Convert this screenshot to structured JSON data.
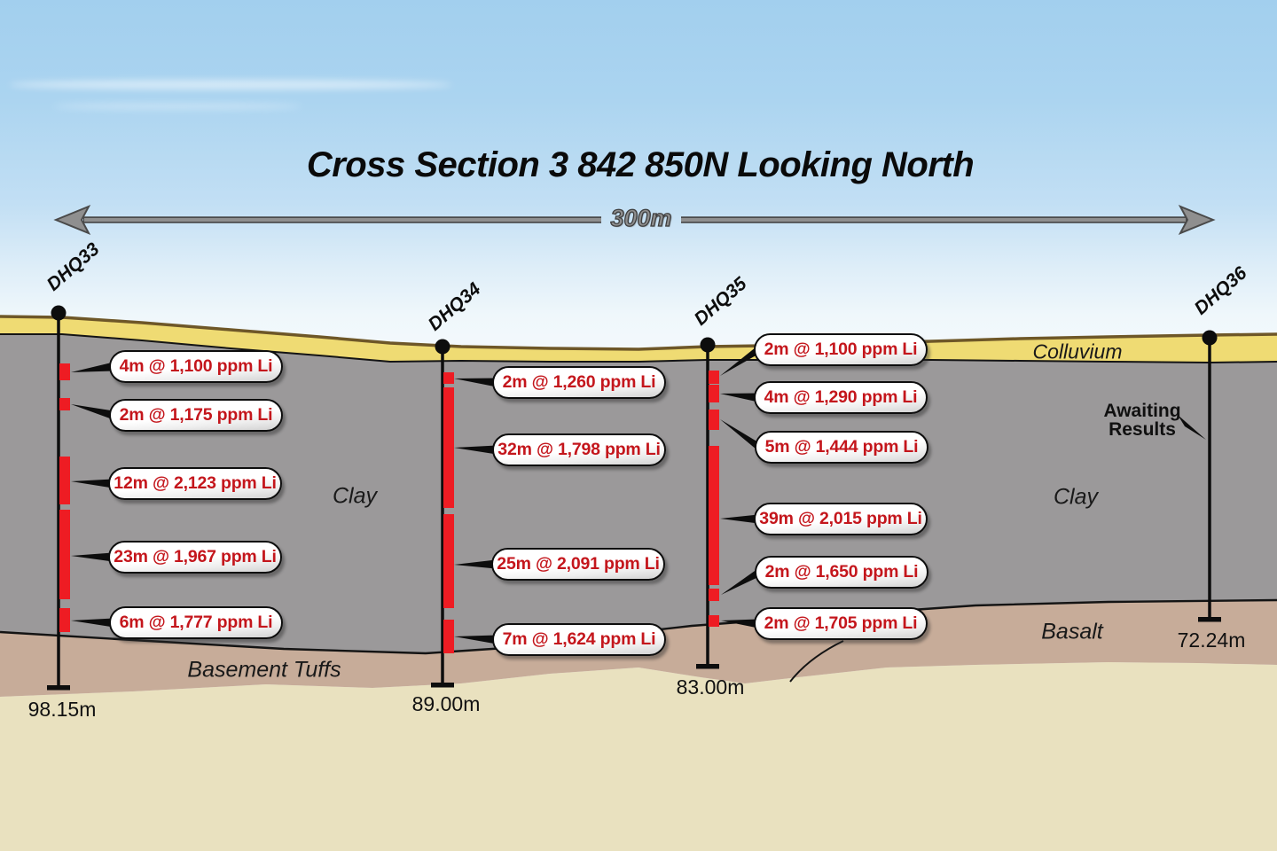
{
  "title": "Cross Section 3 842 850N Looking North",
  "scale": {
    "label": "300m"
  },
  "layer_labels": {
    "colluvium": "Colluvium",
    "clay_left": "Clay",
    "clay_right": "Clay",
    "basalt": "Basalt",
    "basement_tuffs": "Basement Tuffs"
  },
  "colors": {
    "interval_red": "#ee1c23",
    "assay_text_red": "#c4161c",
    "colluvium_yellow": "#efdb73",
    "surface_line_brown": "#6e5728",
    "clay_gray": "#9b999a",
    "basalt_tuffs_tan": "#c7ac99",
    "basement_cream": "#e9e1bf"
  },
  "holes": [
    {
      "name": "DHQ33",
      "depth_label": "98.15m",
      "assays": [
        "4m @ 1,100 ppm Li",
        "2m @ 1,175 ppm Li",
        "12m @ 2,123 ppm Li",
        "23m @ 1,967 ppm Li",
        "6m @ 1,777 ppm Li"
      ]
    },
    {
      "name": "DHQ34",
      "depth_label": "89.00m",
      "assays": [
        "2m @ 1,260 ppm Li",
        "32m @ 1,798 ppm Li",
        "25m @ 2,091 ppm Li",
        "7m @ 1,624 ppm Li"
      ]
    },
    {
      "name": "DHQ35",
      "depth_label": "83.00m",
      "assays": [
        "2m @ 1,100 ppm Li",
        "4m @ 1,290 ppm Li",
        "5m @ 1,444 ppm Li",
        "39m @ 2,015 ppm Li",
        "2m @ 1,650 ppm Li",
        "2m @ 1,705 ppm Li"
      ]
    },
    {
      "name": "DHQ36",
      "depth_label": "72.24m",
      "assays": [],
      "status_note": [
        "Awaiting",
        "Results"
      ]
    }
  ]
}
